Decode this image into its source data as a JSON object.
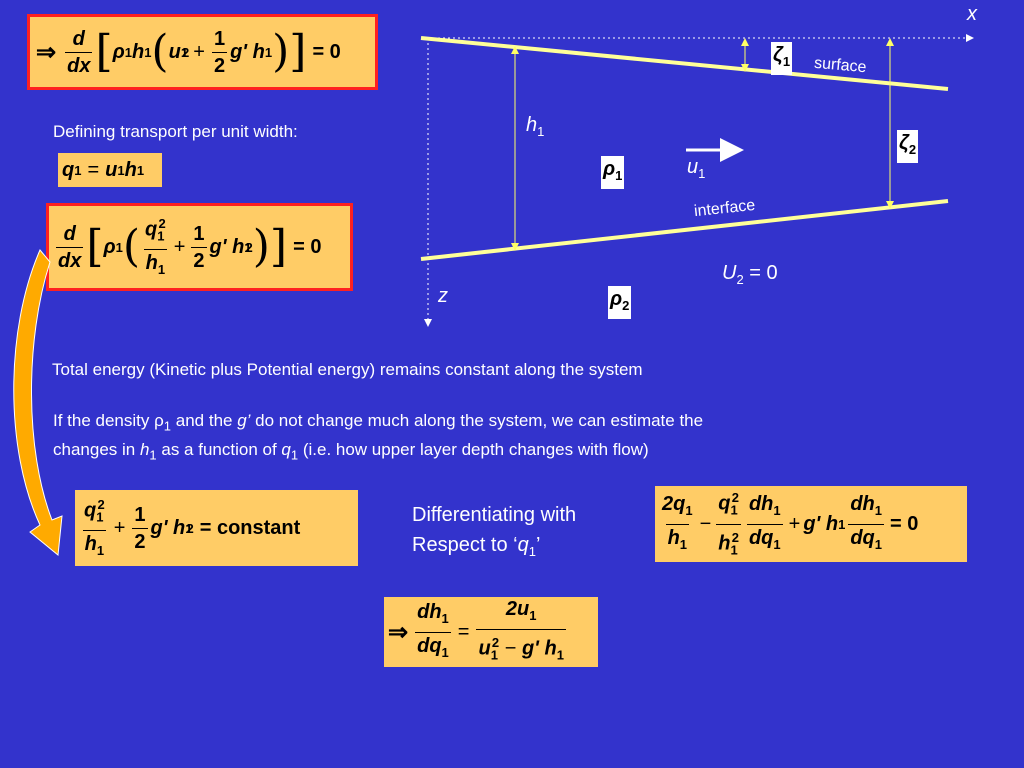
{
  "eq1": {
    "implies": "⇒",
    "d": "d",
    "dx": "dx",
    "rho": "ρ",
    "one": "1",
    "h": "h",
    "u": "u",
    "two": "2",
    "plus": "+",
    "gp": "g'",
    "eq": "= 0"
  },
  "def_label": "Defining transport per unit width:",
  "eq_q": {
    "q": "q",
    "one": "1",
    "eq": "=",
    "u": "u",
    "h": "h"
  },
  "eq2": {
    "d": "d",
    "dx": "dx",
    "rho": "ρ",
    "one": "1",
    "q": "q",
    "two": "2",
    "h": "h",
    "plus": "+",
    "gp": "g'",
    "eq": "= 0"
  },
  "diagram": {
    "x_axis": "x",
    "z_axis": "z",
    "surface": "surface",
    "interface": "interface",
    "zeta": "ζ",
    "one": "1",
    "two": "2",
    "h": "h",
    "u": "u",
    "rho": "ρ",
    "U": "U",
    "U_eq": "= 0"
  },
  "text_energy": "Total energy (Kinetic plus Potential energy) remains constant along the system",
  "text_density": {
    "a": "If the density ρ",
    "sub1": "1",
    "b": " and the ",
    "g": "g’",
    "c": " do not change much along the system, we can estimate the",
    "d": "changes in ",
    "h": "h",
    "sub2": "1",
    "e": " as a function of ",
    "q": "q",
    "sub3": "1",
    "f": " (i.e. how upper layer depth changes with flow)"
  },
  "eq3": {
    "q": "q",
    "one": "1",
    "two": "2",
    "h": "h",
    "plus": "+",
    "gp": "g'",
    "eq": "= constant"
  },
  "diff_text": {
    "line1": "Differentiating with",
    "line2a": "Respect to ‘",
    "q": "q",
    "sub": "1",
    "line2b": "’"
  },
  "eq4": {
    "two_q": "2q",
    "one": "1",
    "h": "h",
    "minus": "−",
    "q": "q",
    "two": "2",
    "dh": "dh",
    "dq": "dq",
    "plus": "+",
    "gp": "g'",
    "eq": "= 0"
  },
  "eq5": {
    "implies": "⇒",
    "dh": "dh",
    "dq": "dq",
    "one": "1",
    "eq": "=",
    "two_u": "2u",
    "u": "u",
    "two": "2",
    "minus": "−",
    "gp": "g'",
    "h": "h"
  }
}
